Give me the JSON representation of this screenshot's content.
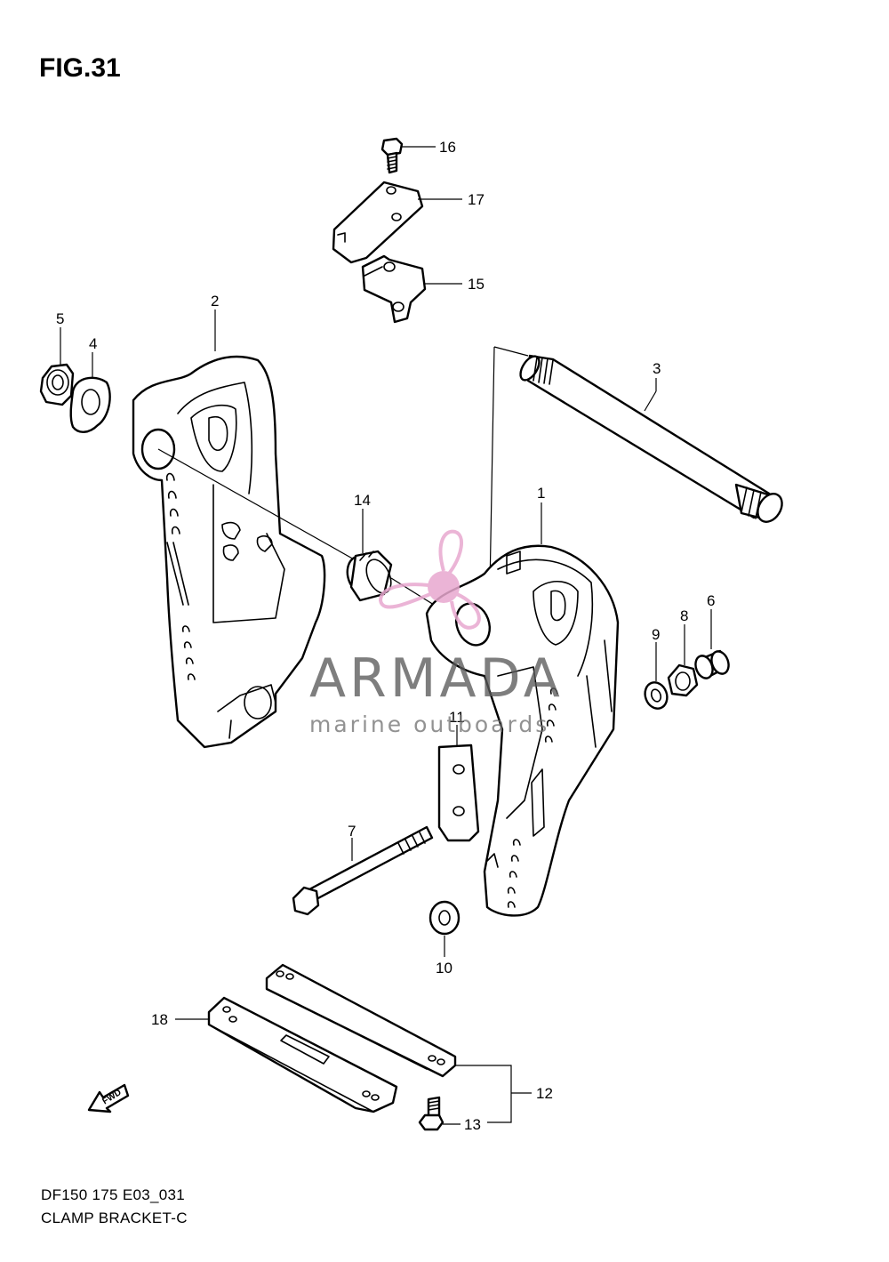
{
  "figure": {
    "title": "FIG.31"
  },
  "footer": {
    "code": "DF150 175 E03_031",
    "caption": "CLAMP BRACKET-C"
  },
  "watermark": {
    "brand": "ARMADA",
    "tagline": "marine outboards",
    "logo_color": "#e8a8cf"
  },
  "parts": [
    {
      "ref": "1"
    },
    {
      "ref": "2"
    },
    {
      "ref": "3"
    },
    {
      "ref": "4"
    },
    {
      "ref": "5"
    },
    {
      "ref": "6"
    },
    {
      "ref": "7"
    },
    {
      "ref": "8"
    },
    {
      "ref": "9"
    },
    {
      "ref": "10"
    },
    {
      "ref": "11"
    },
    {
      "ref": "12"
    },
    {
      "ref": "13"
    },
    {
      "ref": "14"
    },
    {
      "ref": "15"
    },
    {
      "ref": "16"
    },
    {
      "ref": "17"
    },
    {
      "ref": "18"
    }
  ],
  "fwd_marker": {
    "text": "FWD"
  }
}
